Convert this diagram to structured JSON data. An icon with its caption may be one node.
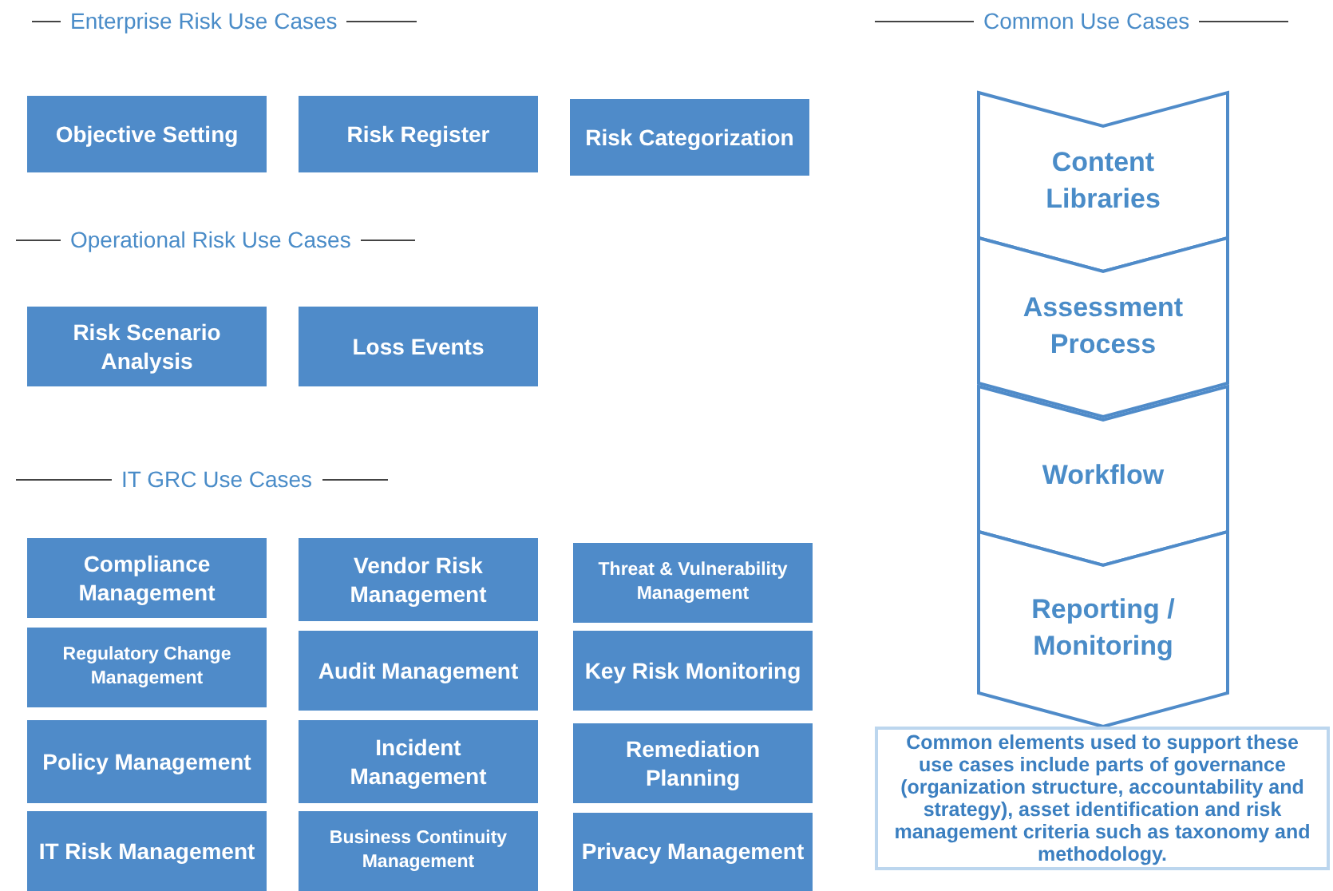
{
  "diagram": {
    "nodes": [
      {
        "text": [
          "Objective Setting"
        ]
      },
      {
        "text": [
          "Risk Register"
        ]
      },
      {
        "text": [
          "Risk Categorization"
        ]
      },
      {
        "text": [
          "Risk Scenario Analysis"
        ]
      },
      {
        "text": [
          "Loss Events"
        ]
      },
      {
        "text": [
          "Compliance Management"
        ]
      },
      {
        "text": [
          "Vendor Risk Management"
        ]
      },
      {
        "text": [
          "Threat & Vulnerability Management"
        ]
      },
      {
        "text": [
          "Regulatory Change Management"
        ]
      },
      {
        "text": [
          "Audit Management"
        ]
      },
      {
        "text": [
          "Key Risk Monitoring"
        ]
      },
      {
        "text": [
          "Policy Management"
        ]
      },
      {
        "text": [
          "Incident Management"
        ]
      },
      {
        "text": [
          "Remediation Planning"
        ]
      },
      {
        "text": [
          "IT Risk Management"
        ]
      },
      {
        "text": [
          "Business Continuity Management"
        ]
      },
      {
        "text": [
          "Privacy Management"
        ]
      },
      {
        "text": [
          "Content Libraries"
        ]
      },
      {
        "text": [
          "Assessment Process"
        ]
      },
      {
        "text": [
          "Workflow"
        ]
      },
      {
        "text": [
          "Reporting / Monitoring"
        ]
      },
      {
        "text": [
          "Common elements used to support these use cases include parts of governance (organization structure, accountability and strategy), asset identification and risk management criteria such as taxonomy and methodology."
        ]
      }
    ],
    "labels": [
      "Enterprise Risk Use Cases",
      "Common Use Cases",
      "Operational Risk Use Cases",
      "IT GRC Use Cases"
    ]
  }
}
